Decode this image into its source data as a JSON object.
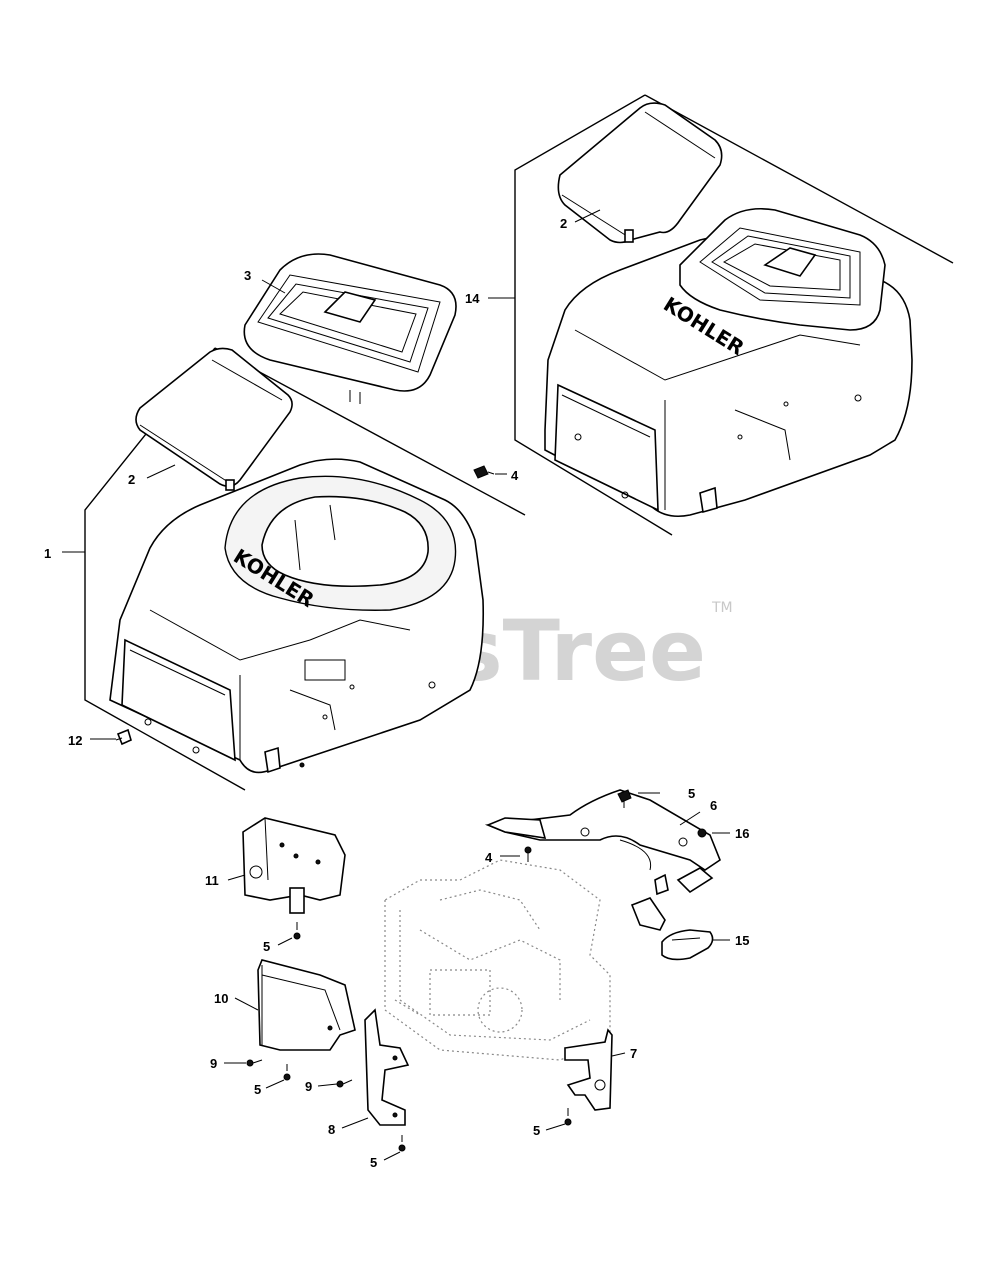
{
  "watermark": {
    "text": "PartsTree",
    "tm": "TM"
  },
  "brand_marks": {
    "housing_small": "KOHLER",
    "housing_large": "KOHLER"
  },
  "callouts": {
    "c1": "1",
    "c2a": "2",
    "c2b": "2",
    "c3": "3",
    "c4a": "4",
    "c4b": "4",
    "c5a": "5",
    "c5b": "5",
    "c5c": "5",
    "c5d": "5",
    "c5e": "5",
    "c6": "6",
    "c7": "7",
    "c8": "8",
    "c9a": "9",
    "c9b": "9",
    "c10": "10",
    "c11": "11",
    "c12": "12",
    "c14": "14",
    "c15": "15",
    "c16": "16"
  }
}
